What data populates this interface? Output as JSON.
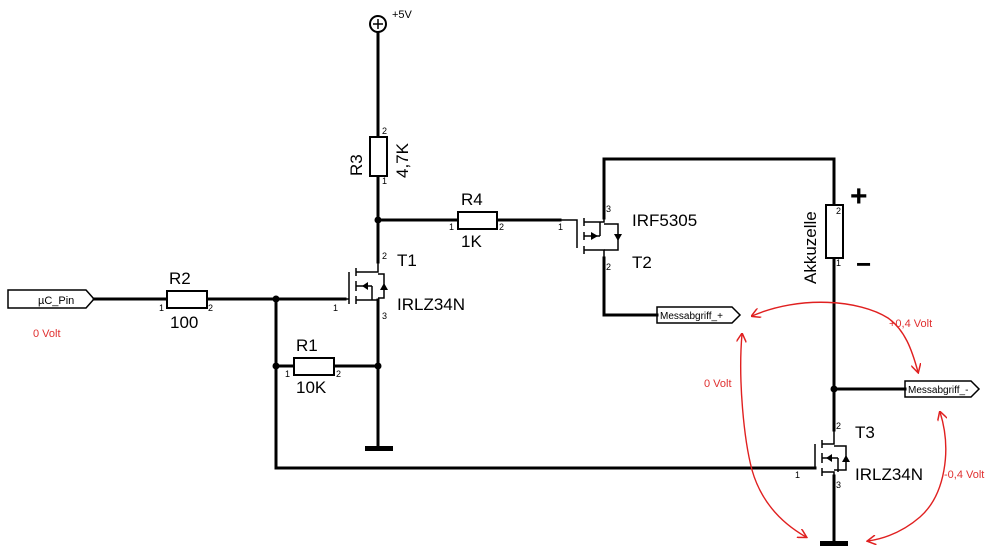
{
  "supply": {
    "label": "+5V"
  },
  "ports": {
    "uc_pin": "µC_Pin",
    "messabgriff_plus": "Messabgriff_+",
    "messabgriff_minus": "Messabgriff_-"
  },
  "components": {
    "r1": {
      "name": "R1",
      "value": "10K",
      "pin1": "1",
      "pin2": "2"
    },
    "r2": {
      "name": "R2",
      "value": "100",
      "pin1": "1",
      "pin2": "2"
    },
    "r3": {
      "name": "R3",
      "value": "4,7K",
      "pin1": "1",
      "pin2": "2"
    },
    "r4": {
      "name": "R4",
      "value": "1K",
      "pin1": "1",
      "pin2": "2"
    },
    "t1": {
      "name": "T1",
      "type": "IRLZ34N",
      "pin1": "1",
      "pin2": "2",
      "pin3": "3"
    },
    "t2": {
      "name": "T2",
      "type": "IRF5305",
      "pin1": "1",
      "pin2": "2",
      "pin3": "3"
    },
    "t3": {
      "name": "T3",
      "type": "IRLZ34N",
      "pin1": "1",
      "pin2": "2",
      "pin3": "3"
    },
    "cell": {
      "name": "Akkuzelle",
      "pin1": "1",
      "pin2": "2",
      "plus": "+",
      "minus": "−"
    }
  },
  "annotations": {
    "uc_volt": "0 Volt",
    "plus_volt": "+0,4 Volt",
    "zero_volt": "0 Volt",
    "minus_volt": "-0,4 Volt"
  },
  "colors": {
    "wire": "#000000",
    "annotation": "#e03030"
  }
}
